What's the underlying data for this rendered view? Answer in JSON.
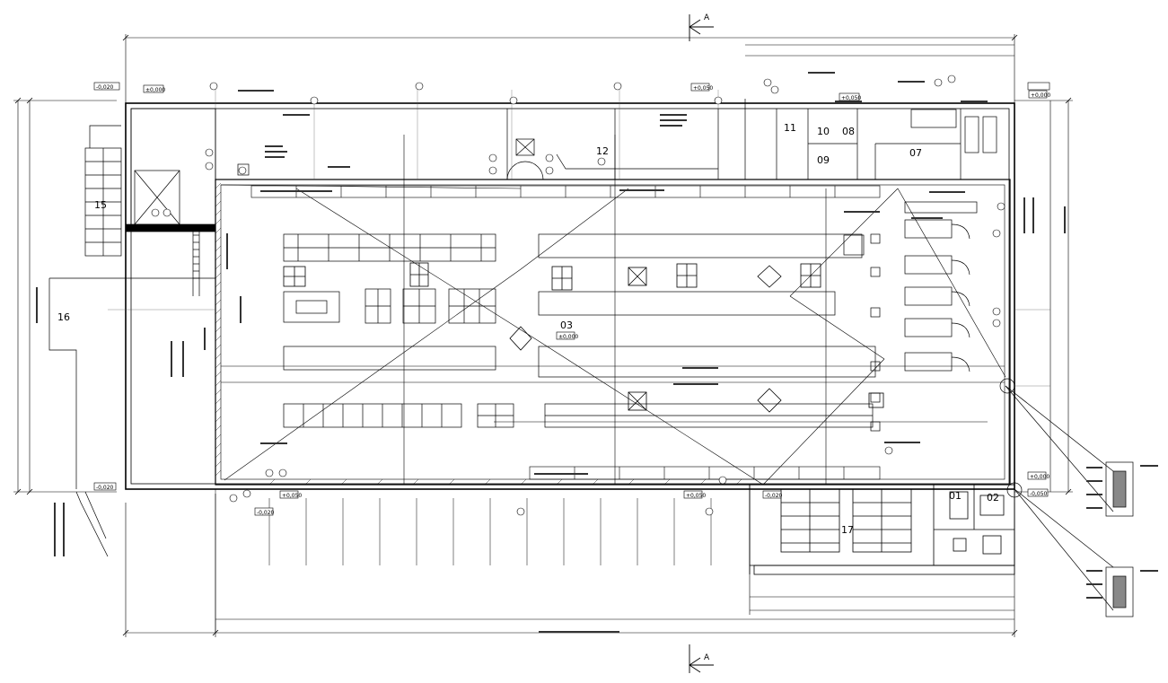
{
  "rooms": {
    "r01": "01",
    "r02": "02",
    "r03": "03",
    "r07": "07",
    "r08": "08",
    "r09": "09",
    "r10": "10",
    "r11": "11",
    "r12": "12",
    "r15": "15",
    "r16": "16",
    "r17": "17"
  },
  "levels": {
    "main": "±0,000",
    "top_left": "±0,000",
    "top_mid": "+0,050",
    "top_right": "+0,050",
    "right_top": "+0,000",
    "left_top": "-0,020",
    "left_bottom": "-0,020",
    "bottom_a": "+0,050",
    "bottom_b": "+0,050",
    "bottom_c": "-0,020",
    "bottom_d": "-0,020",
    "right_mid": "+0,000",
    "right_bot": "-0,050"
  },
  "section": {
    "top": "A",
    "bottom": "A"
  }
}
